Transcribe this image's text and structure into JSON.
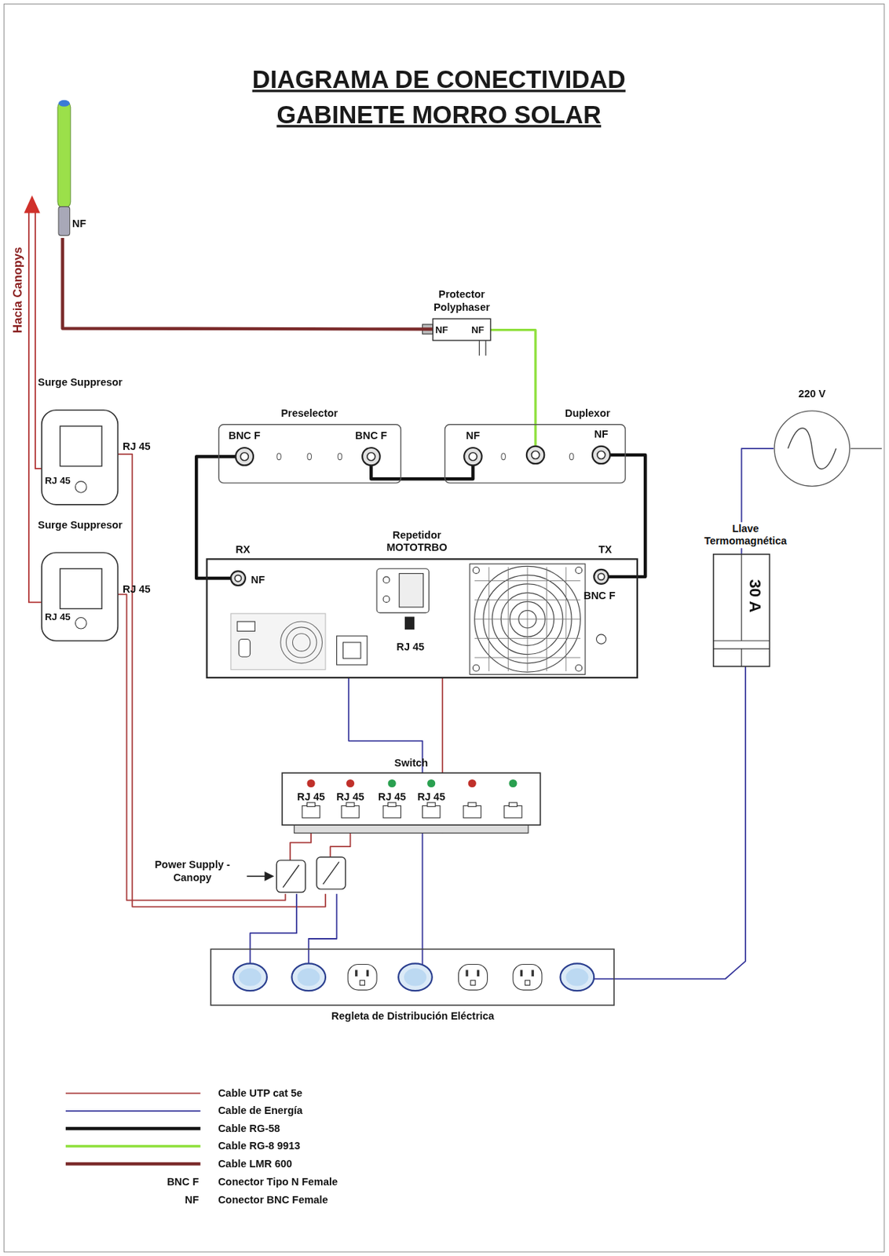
{
  "diagram": {
    "title": "DIAGRAMA DE CONECTIVIDAD GABINETE MORRO SOLAR",
    "nodes": [
      {
        "text": [
          "NF"
        ]
      },
      {
        "text": [
          "Protector Polyphaser",
          "NF",
          "NF"
        ]
      },
      {
        "text": [
          "Surge Suppresor",
          "RJ 45",
          "RJ 45"
        ]
      },
      {
        "text": [
          "Preselector",
          "BNC F",
          "BNC F"
        ]
      },
      {
        "text": [
          "Duplexor",
          "NF",
          "NF"
        ]
      },
      {
        "text": [
          "220 V"
        ]
      },
      {
        "text": [
          "Surge Suppresor",
          "RJ 45",
          "RJ 45"
        ]
      },
      {
        "text": [
          "RX",
          "Repetidor MOTOTRBO",
          "TX",
          "NF",
          "BNC F",
          "RJ 45"
        ]
      },
      {
        "text": [
          "Llave Termomagnética",
          "30 A"
        ]
      },
      {
        "text": [
          "Switch",
          "RJ 45",
          "RJ 45",
          "RJ 45",
          "RJ 45"
        ]
      },
      {
        "text": [
          "Power Supply - Canopy"
        ]
      },
      {
        "text": [
          "Regleta de Distribución Eléctrica"
        ]
      }
    ],
    "edges": [
      {
        "from": 0,
        "to": 1,
        "arrow": "none"
      },
      {
        "from": 1,
        "to": 4,
        "arrow": "none"
      },
      {
        "from": 4,
        "to": 3,
        "arrow": "none"
      },
      {
        "from": 3,
        "to": 7,
        "arrow": "none"
      },
      {
        "from": 4,
        "to": 7,
        "arrow": "none"
      },
      {
        "from": 7,
        "to": 9,
        "arrow": "none"
      },
      {
        "from": 7,
        "to": 11,
        "arrow": "none"
      },
      {
        "from": 2,
        "to": 10,
        "arrow": "none"
      },
      {
        "from": 6,
        "to": 10,
        "arrow": "none"
      },
      {
        "from": 10,
        "to": 9,
        "arrow": "none"
      },
      {
        "from": 10,
        "to": 9,
        "arrow": "none"
      },
      {
        "from": 10,
        "to": 11,
        "arrow": "none"
      },
      {
        "from": 10,
        "to": 11,
        "arrow": "none"
      },
      {
        "from": 5,
        "to": 8,
        "arrow": "none"
      },
      {
        "from": 8,
        "to": 11,
        "arrow": "none"
      }
    ],
    "labels": [
      "Hacia Canopys",
      "BNC F",
      "NF"
    ],
    "legend": [
      {
        "text": "Cable UTP cat 5e"
      },
      {
        "text": "Cable de Energía"
      },
      {
        "text": "Cable RG-58"
      },
      {
        "text": "Cable RG-8 9913"
      },
      {
        "text": "Cable LMR 600"
      },
      {
        "text": "Conector Tipo N Female"
      },
      {
        "text": "Conector BNC Female"
      }
    ]
  }
}
